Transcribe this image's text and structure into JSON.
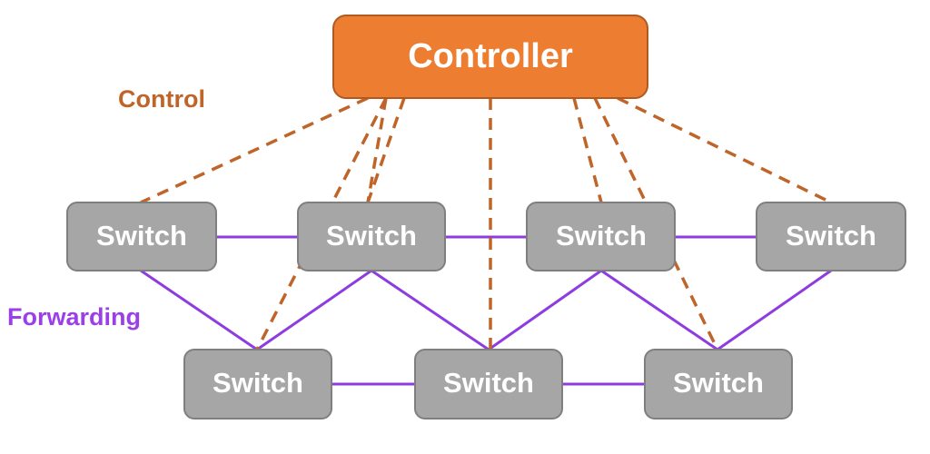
{
  "controller": {
    "label": "Controller"
  },
  "labels": {
    "control": "Control",
    "forwarding": "Forwarding"
  },
  "switches": [
    {
      "id": "s1",
      "label": "Switch"
    },
    {
      "id": "s2",
      "label": "Switch"
    },
    {
      "id": "s3",
      "label": "Switch"
    },
    {
      "id": "s4",
      "label": "Switch"
    },
    {
      "id": "s5",
      "label": "Switch"
    },
    {
      "id": "s6",
      "label": "Switch"
    },
    {
      "id": "s7",
      "label": "Switch"
    }
  ],
  "colors": {
    "controller_fill": "#ED7D31",
    "controller_border": "#AE5A21",
    "switch_fill": "#A6A6A6",
    "switch_border": "#7F7F7F",
    "control_line": "#C0652A",
    "forwarding_line": "#8E3BE0",
    "control_text": "#C0652A",
    "forwarding_text": "#9B3FE6",
    "node_text": "#FFFFFF"
  }
}
